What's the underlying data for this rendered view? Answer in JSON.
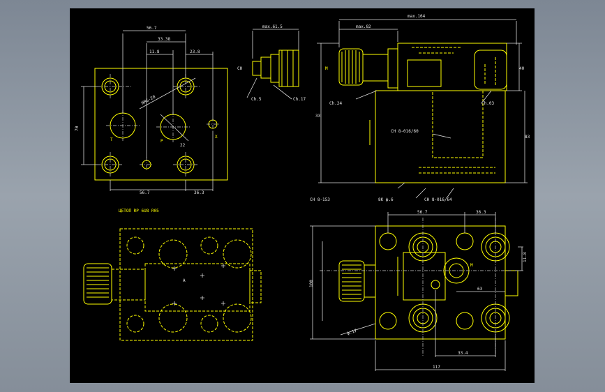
{
  "labels": {
    "top_left_width": "56.7",
    "top_left_a": "33.38",
    "top_left_b": "11.8",
    "top_left_c": "23.8",
    "top_left_height": "70",
    "top_left_bottom_a": "56.7",
    "top_left_bottom_b": "36.3",
    "dia_1": "NR6-20",
    "dia_2": "22",
    "port_t": "T",
    "port_p": "P",
    "port_x": "X",
    "mid_max": "max.61.5",
    "mid_ch": "CH",
    "mid_d1": "Ch.5",
    "mid_d2": "Ch.17",
    "right_max1": "max.164",
    "right_max2": "max.82",
    "right_h1": "40",
    "right_h2": "83",
    "right_h3": "33",
    "right_m": "M",
    "right_ch24": "Ch.24",
    "right_ch03": "Ch.03",
    "right_note1": "CH 8-016/60",
    "right_note2": "CH 8-153",
    "right_note3": "8K ϕ.6",
    "right_note4": "CH 8-016/64",
    "yellow_title": "ЦЕТОП RP 6U8 R05",
    "bottom_right_a": "56.7",
    "bottom_right_b": "36.3",
    "bottom_right_c": "11.8",
    "bottom_right_d": "63",
    "bottom_right_e": "33.4",
    "bottom_right_f": "117",
    "bottom_right_g": "ϕ.17",
    "bottom_right_h": "100",
    "bottom_right_m": "M",
    "bottom_left_a": "A"
  }
}
